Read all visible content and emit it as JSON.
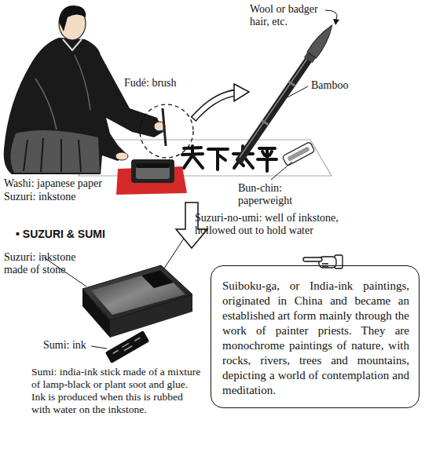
{
  "diagram": {
    "nodes": [
      {
        "text": [
          "Suiboku-ga, or India-ink paintings, originated in China and became an established art form mainly through the work of painter priests. They are monochrome paintings of nature, with rocks, rivers, trees and mountains, depicting a world of contemplation and meditation."
        ]
      }
    ],
    "labels": [
      "Wool or badger hair, etc.",
      "Fudé: brush",
      "Bamboo",
      "Washi: japanese paper",
      "Suzuri: inkstone",
      "Bun-chin: paperweight",
      "Suzuri-no-umi: well of inkstone, hollowed out to hold water",
      "• SUZURI & SUMI",
      "Suzuri: inkstone made of stone",
      "Sumi: ink",
      "Sumi: india-ink stick made of a mixture of lamp-black or plant soot and glue. Ink is produced when this is rubbed with water on the inkstone."
    ]
  }
}
